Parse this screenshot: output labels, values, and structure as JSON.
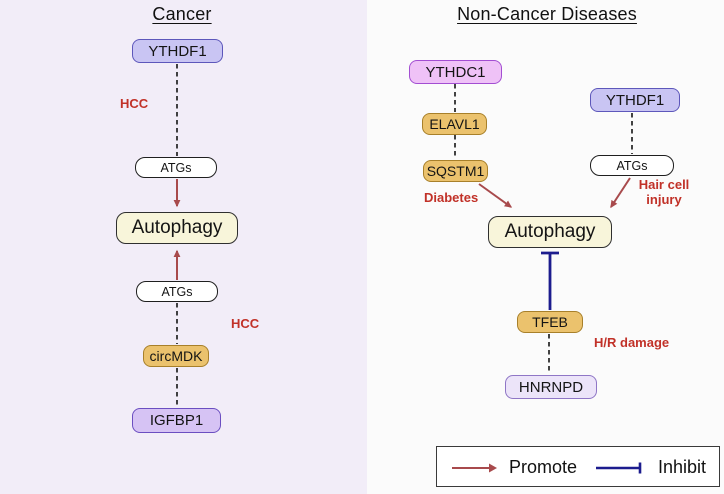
{
  "figure": {
    "left_panel": {
      "title": "Cancer",
      "nodes": {
        "ythdf1": "YTHDF1",
        "atgs_upper": "ATGs",
        "autophagy": "Autophagy",
        "atgs_lower": "ATGs",
        "circmdk": "circMDK",
        "igfbp1": "IGFBP1"
      },
      "condition_labels": {
        "hcc_upper": "HCC",
        "hcc_lower": "HCC"
      },
      "edges": [
        {
          "from": "YTHDF1",
          "to": "ATGs",
          "style": "dashed"
        },
        {
          "from": "ATGs",
          "to": "Autophagy",
          "style": "promote"
        },
        {
          "from": "ATGs",
          "to": "Autophagy",
          "style": "promote"
        },
        {
          "from": "circMDK",
          "to": "ATGs",
          "style": "dashed"
        },
        {
          "from": "IGFBP1",
          "to": "circMDK",
          "style": "dashed"
        }
      ]
    },
    "right_panel": {
      "title": "Non-Cancer Diseases",
      "nodes": {
        "ythdc1": "YTHDC1",
        "elavl1": "ELAVL1",
        "sqstm1": "SQSTM1",
        "ythdf1": "YTHDF1",
        "atgs": "ATGs",
        "autophagy": "Autophagy",
        "tfeb": "TFEB",
        "hnrnpd": "HNRNPD"
      },
      "condition_labels": {
        "diabetes": "Diabetes",
        "hair_cell_line1": "Hair cell",
        "hair_cell_line2": "injury",
        "hr_damage": "H/R damage"
      },
      "edges": [
        {
          "from": "YTHDC1",
          "to": "ELAVL1",
          "style": "dashed"
        },
        {
          "from": "ELAVL1",
          "to": "SQSTM1",
          "style": "dashed"
        },
        {
          "from": "SQSTM1",
          "to": "Autophagy",
          "style": "promote"
        },
        {
          "from": "YTHDF1",
          "to": "ATGs",
          "style": "dashed"
        },
        {
          "from": "ATGs",
          "to": "Autophagy",
          "style": "promote"
        },
        {
          "from": "TFEB",
          "to": "Autophagy",
          "style": "inhibit"
        },
        {
          "from": "TFEB",
          "to": "HNRNPD",
          "style": "dashed"
        }
      ]
    },
    "legend": {
      "promote": "Promote",
      "inhibit": "Inhibit"
    },
    "colors": {
      "promote_arrow": "#a84a4c",
      "inhibit_line": "#1c1c8e",
      "condition_text": "#c13128",
      "left_panel_bg": "#f2edf8",
      "right_panel_bg": "#fbfbfb"
    }
  }
}
